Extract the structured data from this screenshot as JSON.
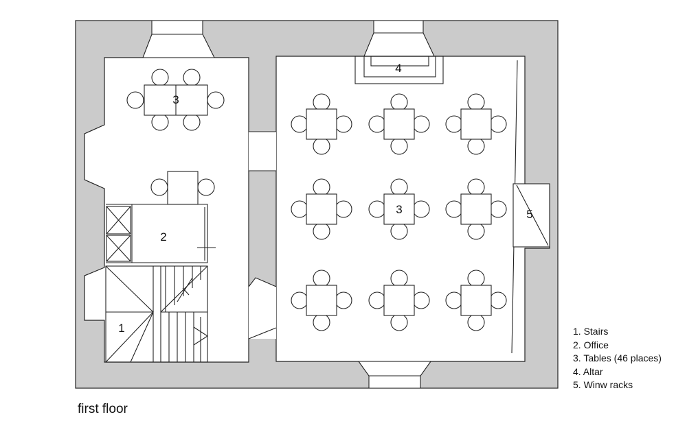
{
  "plan": {
    "labels": {
      "stairs": "1",
      "office": "2",
      "tables_left": "3",
      "tables_main": "3",
      "altar": "4",
      "racks": "5"
    }
  },
  "legend": {
    "items": [
      "1. Stairs",
      "2. Office",
      "3. Tables (46 places)",
      "4. Altar",
      "5. Winw racks"
    ]
  },
  "caption": "first floor"
}
